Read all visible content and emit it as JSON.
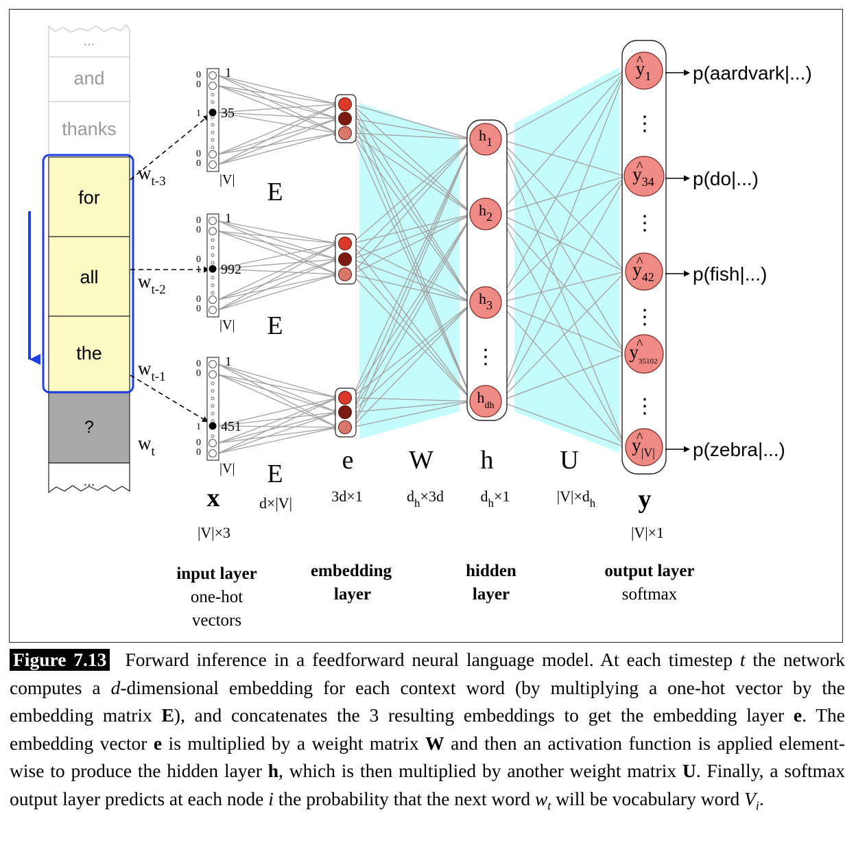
{
  "context_words": [
    "...",
    "and",
    "thanks",
    "for",
    "all",
    "the",
    "?",
    "..."
  ],
  "word_labels": {
    "t3": {
      "base": "w",
      "sub": "t-3"
    },
    "t2": {
      "base": "w",
      "sub": "t-2"
    },
    "t1": {
      "base": "w",
      "sub": "t-1"
    },
    "t": {
      "base": "w",
      "sub": "t"
    }
  },
  "onehot": {
    "index_labels": [
      "35",
      "992",
      "451"
    ],
    "top_index": "1",
    "size_label": "|V|",
    "zero": "0",
    "one": "1"
  },
  "matrices": {
    "E": "E",
    "W": "W",
    "U": "U"
  },
  "vector_labels": {
    "x": "x",
    "e": "e",
    "h": "h",
    "y": "y"
  },
  "hidden_nodes": [
    {
      "base": "h",
      "sub": "1"
    },
    {
      "base": "h",
      "sub": "2"
    },
    {
      "base": "h",
      "sub": "3"
    },
    {
      "base": "h",
      "sub": "dh"
    }
  ],
  "output_nodes": [
    {
      "base": "y",
      "sub": "1",
      "prob": "p(aardvark|...)"
    },
    {
      "base": "y",
      "sub": "34",
      "prob": "p(do|...)"
    },
    {
      "base": "y",
      "sub": "42",
      "prob": "p(fish|...)"
    },
    {
      "base": "y",
      "sub": "35102",
      "prob": ""
    },
    {
      "base": "y",
      "sub": "|V|",
      "prob": "p(zebra|...)"
    }
  ],
  "dims": {
    "x": "|V|×3",
    "E": "d×|V|",
    "e": "3d×1",
    "W": {
      "a": "d",
      "sub": "h",
      "b": "×3d"
    },
    "h": {
      "a": "d",
      "sub": "h",
      "b": "×1"
    },
    "U": {
      "a": "|V|×d",
      "sub": "h",
      "b": ""
    },
    "y": "|V|×1"
  },
  "layer_names": {
    "input": {
      "title": "input layer",
      "sub": [
        "one-hot",
        "vectors"
      ]
    },
    "embedding": {
      "title": [
        "embedding",
        "layer"
      ]
    },
    "hidden": {
      "title": [
        "hidden",
        "layer"
      ]
    },
    "output": {
      "title": "output layer",
      "sub": [
        "softmax"
      ]
    }
  },
  "caption": {
    "tag": "Figure 7.13",
    "text": "Forward inference in a feedforward neural language model. At each timestep t the network computes a d-dimensional embedding for each context word (by multiplying a one-hot vector by the embedding matrix E), and concatenates the 3 resulting embeddings to get the embedding layer e. The embedding vector e is multiplied by a weight matrix W and then an activation function is applied element-wise to produce the hidden layer h, which is then multiplied by another weight matrix U. Finally, a softmax output layer predicts at each node i the probability that the next word w_t will be vocabulary word V_i.",
    "segments": [
      {
        "t": "Forward inference in a feedforward neural language model. At each timestep "
      },
      {
        "t": "t",
        "s": "i"
      },
      {
        "t": " the network computes a "
      },
      {
        "t": "d",
        "s": "i"
      },
      {
        "t": "-dimensional embedding for each context word (by multiplying a one-hot vector by the embedding matrix "
      },
      {
        "t": "E",
        "s": "b"
      },
      {
        "t": "), and concatenates the 3 resulting embeddings to get the embedding layer "
      },
      {
        "t": "e",
        "s": "b"
      },
      {
        "t": ". The embedding vector "
      },
      {
        "t": "e",
        "s": "b"
      },
      {
        "t": " is multiplied by a weight matrix "
      },
      {
        "t": "W",
        "s": "b"
      },
      {
        "t": " and then an activation function is applied element-wise to produce the hidden layer "
      },
      {
        "t": "h",
        "s": "b"
      },
      {
        "t": ", which is then multiplied by another weight matrix "
      },
      {
        "t": "U",
        "s": "b"
      },
      {
        "t": ". Finally, a softmax output layer predicts at each node "
      },
      {
        "t": "i",
        "s": "i"
      },
      {
        "t": " the probability that the next word "
      },
      {
        "t": "w",
        "s": "i"
      },
      {
        "t": "t",
        "s": "isub"
      },
      {
        "t": " will be vocabulary word "
      },
      {
        "t": "V",
        "s": "i"
      },
      {
        "t": "i",
        "s": "isub"
      },
      {
        "t": "."
      }
    ]
  },
  "colors": {
    "highlight_fill": "#fbf9c4",
    "highlight_border": "#1f3fe6",
    "unknown_fill": "#a8a8a8",
    "faded_text": "#9a9a9a",
    "projection": "#c6fbfc",
    "edge": "#a2a2a2",
    "node_fill": "#f08a84",
    "node_stroke": "#7a2a26",
    "emb_1": "#d93a2a",
    "emb_2": "#7a1a10",
    "emb_3": "#d9776a"
  }
}
